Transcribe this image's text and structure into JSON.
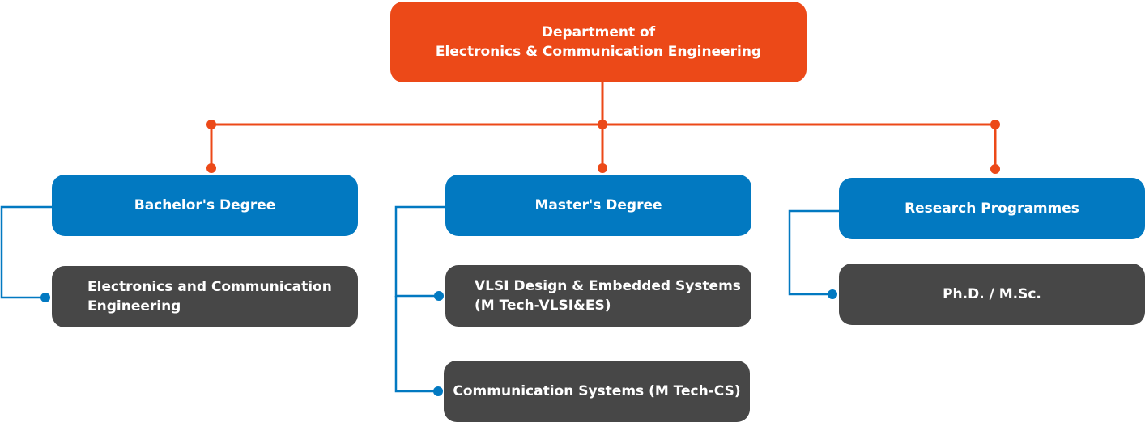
{
  "colors": {
    "root": "#ec4918",
    "category": "#0279c1",
    "leaf": "#474747",
    "text": "#ffffff"
  },
  "root": {
    "line1": "Department of",
    "line2": "Electronics & Communication Engineering"
  },
  "categories": [
    {
      "label": "Bachelor's Degree",
      "programs": [
        {
          "line1": "Electronics and Communication",
          "line2": "Engineering"
        }
      ]
    },
    {
      "label": "Master's Degree",
      "programs": [
        {
          "line1": "VLSI Design & Embedded Systems",
          "line2": "(M Tech-VLSI&ES)"
        },
        {
          "line1": "Communication Systems (M Tech-CS)",
          "line2": ""
        }
      ]
    },
    {
      "label": "Research Programmes",
      "programs": [
        {
          "line1": "Ph.D. / M.Sc.",
          "line2": ""
        }
      ]
    }
  ]
}
